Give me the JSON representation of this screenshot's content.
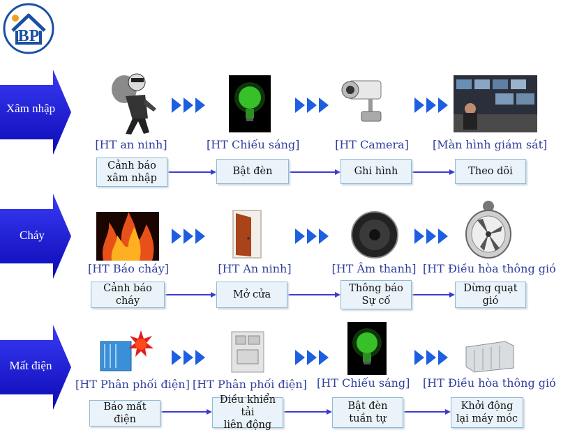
{
  "logo": {
    "text": "BP"
  },
  "rows": [
    {
      "event": "Xâm nhập",
      "systems": [
        "[HT an ninh]",
        "[HT Chiếu sáng]",
        "[HT Camera]",
        "[Màn hình giám sát]"
      ],
      "actions": [
        "Cảnh báo\nxâm nhập",
        "Bật đèn",
        "Ghi hình",
        "Theo dõi"
      ]
    },
    {
      "event": "Cháy",
      "systems": [
        "[HT Báo cháy]",
        "[HT An ninh]",
        "[HT Âm thanh]",
        "[HT Điều hòa thông gió"
      ],
      "actions": [
        "Cảnh báo cháy",
        "Mở cửa",
        "Thông báo\nSự cố",
        "Dừng quạt gió"
      ]
    },
    {
      "event": "Mất điện",
      "systems": [
        "[HT Phân phối điện]",
        "[HT Phân phối điện]",
        "[HT Chiếu sáng]",
        "[HT Điều hòa thông gió"
      ],
      "actions": [
        "Báo mất điện",
        "Điều khiển tải\nliên động",
        "Bật đèn\ntuần tự",
        "Khởi động\nlại máy móc"
      ]
    }
  ],
  "colors": {
    "arrow": "#1a1ae0",
    "arrow_dark": "#0a0aa8",
    "label": "#2f3e9e",
    "chevron": "#1d5fe0",
    "flow": "#3b3bd0"
  }
}
